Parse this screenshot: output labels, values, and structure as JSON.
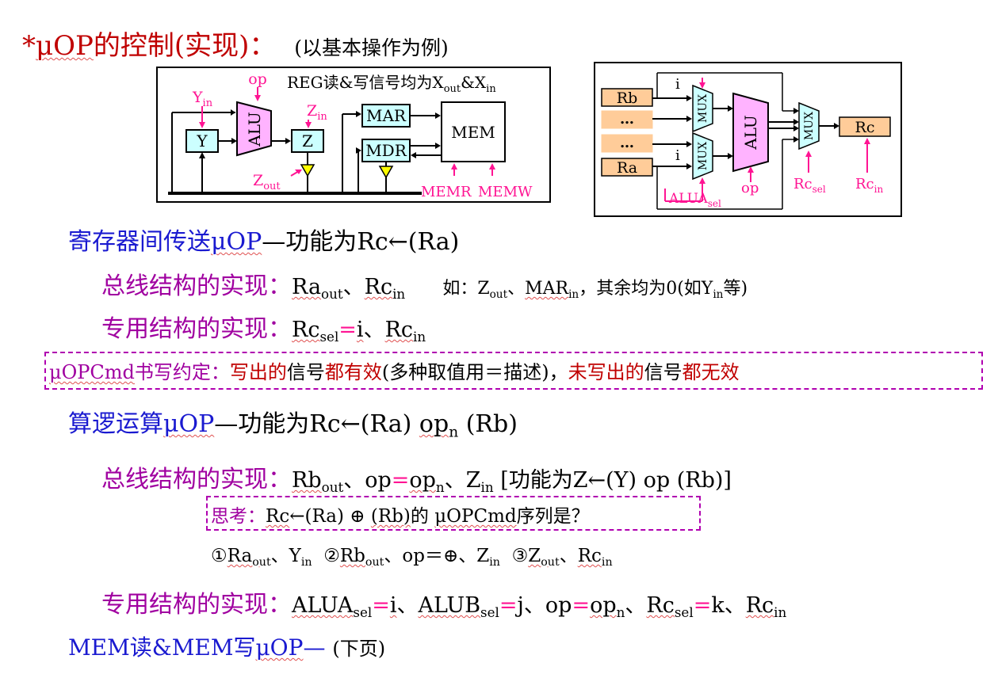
{
  "title": {
    "star": "*",
    "mu": "μOP",
    "rest": "的控制(实现)：",
    "note": "(以基本操作为例)"
  },
  "diagram_left": {
    "header_pre": "REG读&写信号均为X",
    "header_out": "out",
    "header_amp": "&X",
    "header_in": "in",
    "y_in": "Y",
    "y_in_sub": "in",
    "op": "op",
    "alu": "ALU",
    "y": "Y",
    "z": "Z",
    "z_in": "Z",
    "z_in_sub": "in",
    "z_out": "Z",
    "z_out_sub": "out",
    "mar": "MAR",
    "mdr": "MDR",
    "mem": "MEM",
    "memr": "MEMR",
    "memw": "MEMW"
  },
  "diagram_right": {
    "rb": "Rb",
    "dots1": "…",
    "dots2": "…",
    "ra": "Ra",
    "i_top": "i",
    "i_bot": "i",
    "mux1": "MUX",
    "mux2": "MUX",
    "mux3": "MUX",
    "alu": "ALU",
    "rc": "Rc",
    "alua": "ALUA",
    "alua_sub": "sel",
    "op": "op",
    "rcsel": "Rc",
    "rcsel_sub": "sel",
    "rcin": "Rc",
    "rcin_sub": "in"
  },
  "lines": {
    "l1_a": "寄存器间传送",
    "l1_mu": "μOP",
    "l1_b": "—功能为Rc←(Ra)",
    "l2_a": "总线结构的实现：",
    "l2_ra": "Ra",
    "l2_ra_sub": "out",
    "l2_sep": "、",
    "l2_rc": "Rc",
    "l2_rc_sub": "in",
    "l2_n1": "如：Z",
    "l2_n1_sub": "out",
    "l2_n2": "、",
    "l2_mar": "MAR",
    "l2_mar_sub": "in",
    "l2_n3": "，其余均为0(如Y",
    "l2_n3_sub": "in",
    "l2_n4": "等)",
    "l3_a": "专用结构的实现：",
    "l3_rc": "Rc",
    "l3_rc_sub": "sel",
    "l3_eq": "=",
    "l3_i": "i",
    "l3_sep": "、",
    "l3_rc2": "Rc",
    "l3_rc2_sub": "in",
    "c_mu": "μOPCmd",
    "c_a": "书写约定：",
    "c_b": "写出的",
    "c_c": "信号",
    "c_d": "都有效",
    "c_e": "(多种取值用＝描述)，",
    "c_f": "未写出的",
    "c_g": "信号",
    "c_h": "都无效",
    "l4_a": "算逻运算",
    "l4_mu": "μOP",
    "l4_b": "—功能为Rc←(Ra) ",
    "l4_op": "op",
    "l4_op_sub": "n",
    "l4_c": " (Rb)",
    "l5_a": "总线结构的实现：",
    "l5_rb": "Rb",
    "l5_rb_sub": "out",
    "l5_b": "、op",
    "l5_eq": "=",
    "l5_op": "op",
    "l5_op_sub": "n",
    "l5_c": "、Z",
    "l5_c_sub": "in",
    "l5_d": " [功能为Z←(Y) op (Rb)]",
    "t_a": "思考：",
    "t_rc": "Rc",
    "t_b": "←(Ra) ⊕ ",
    "t_rb": "(Rb)",
    "t_c": "的 ",
    "t_mu": "μOPCmd",
    "t_d": "序列是？",
    "s_1": "①",
    "s_ra": "Ra",
    "s_ra_sub": "out",
    "s_2": "、Y",
    "s_2_sub": "in",
    "s_3": "  ②",
    "s_rb": "Rb",
    "s_rb_sub": "out",
    "s_4": "、op＝⊕、Z",
    "s_4_sub": "in",
    "s_5": "  ③",
    "s_z": "Z",
    "s_z_sub": "out",
    "s_6": "、",
    "s_rc": "Rc",
    "s_rc_sub": "in",
    "l6_a": "专用结构的实现：",
    "l6_alua": "ALUA",
    "l6_alua_sub": "sel",
    "l6_eq1": "=",
    "l6_i": "i",
    "l6_s1": "、",
    "l6_alub": "ALUB",
    "l6_alub_sub": "sel",
    "l6_eq2": "=",
    "l6_j": "j",
    "l6_s2": "、op",
    "l6_eq3": "=",
    "l6_op": "op",
    "l6_op_sub": "n",
    "l6_s3": "、",
    "l6_rc": "Rc",
    "l6_rc_sub": "sel",
    "l6_eq4": "=",
    "l6_k": "k",
    "l6_s4": "、",
    "l6_rc2": "Rc",
    "l6_rc2_sub": "in",
    "l7_a": "MEM读&MEM写",
    "l7_mu": "μOP",
    "l7_b": "— ",
    "l7_c": "(下页)"
  },
  "colors": {
    "title": "#c00000",
    "blue": "#1a1ad0",
    "purple": "#a000a0",
    "magenta": "#ff1493",
    "reg_fill": "#ccffff",
    "alu_fill": "#ffb3ff",
    "reg_orange": "#ffcc99",
    "tri": "#ffff00"
  }
}
